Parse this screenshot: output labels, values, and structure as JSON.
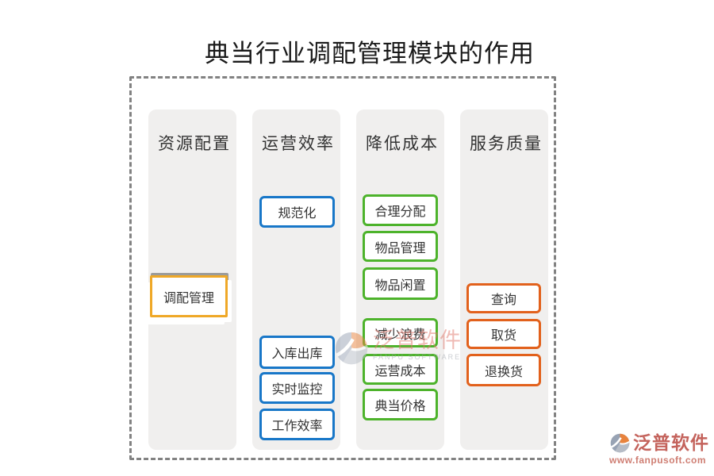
{
  "title": "典当行业调配管理模块的作用",
  "frame": {
    "border_color": "#828282"
  },
  "column_bg": "#f0efee",
  "text_color": "#333333",
  "columns": [
    {
      "header": "资源配置",
      "accent": "#EFA827",
      "items": [
        {
          "label": "调配管理"
        }
      ]
    },
    {
      "header": "运营效率",
      "accent": "#1877C8",
      "items": [
        {
          "label": "规范化"
        },
        {
          "label": "入库出库"
        },
        {
          "label": "实时监控"
        },
        {
          "label": "工作效率"
        }
      ]
    },
    {
      "header": "降低成本",
      "accent": "#4DB32B",
      "items": [
        {
          "label": "合理分配"
        },
        {
          "label": "物品管理"
        },
        {
          "label": "物品闲置"
        },
        {
          "label": "减少浪费"
        },
        {
          "label": "运营成本"
        },
        {
          "label": "典当价格"
        }
      ]
    },
    {
      "header": "服务质量",
      "accent": "#E2611C",
      "items": [
        {
          "label": "查询"
        },
        {
          "label": "取货"
        },
        {
          "label": "退换货"
        }
      ]
    }
  ],
  "watermark": {
    "brand": "泛普软件",
    "brand_en": "FANPU SOFTWARE"
  },
  "footer_logo": {
    "brand": "泛普软件",
    "url": "www.fanpusoft.com",
    "brand_color": "#c4635c"
  }
}
